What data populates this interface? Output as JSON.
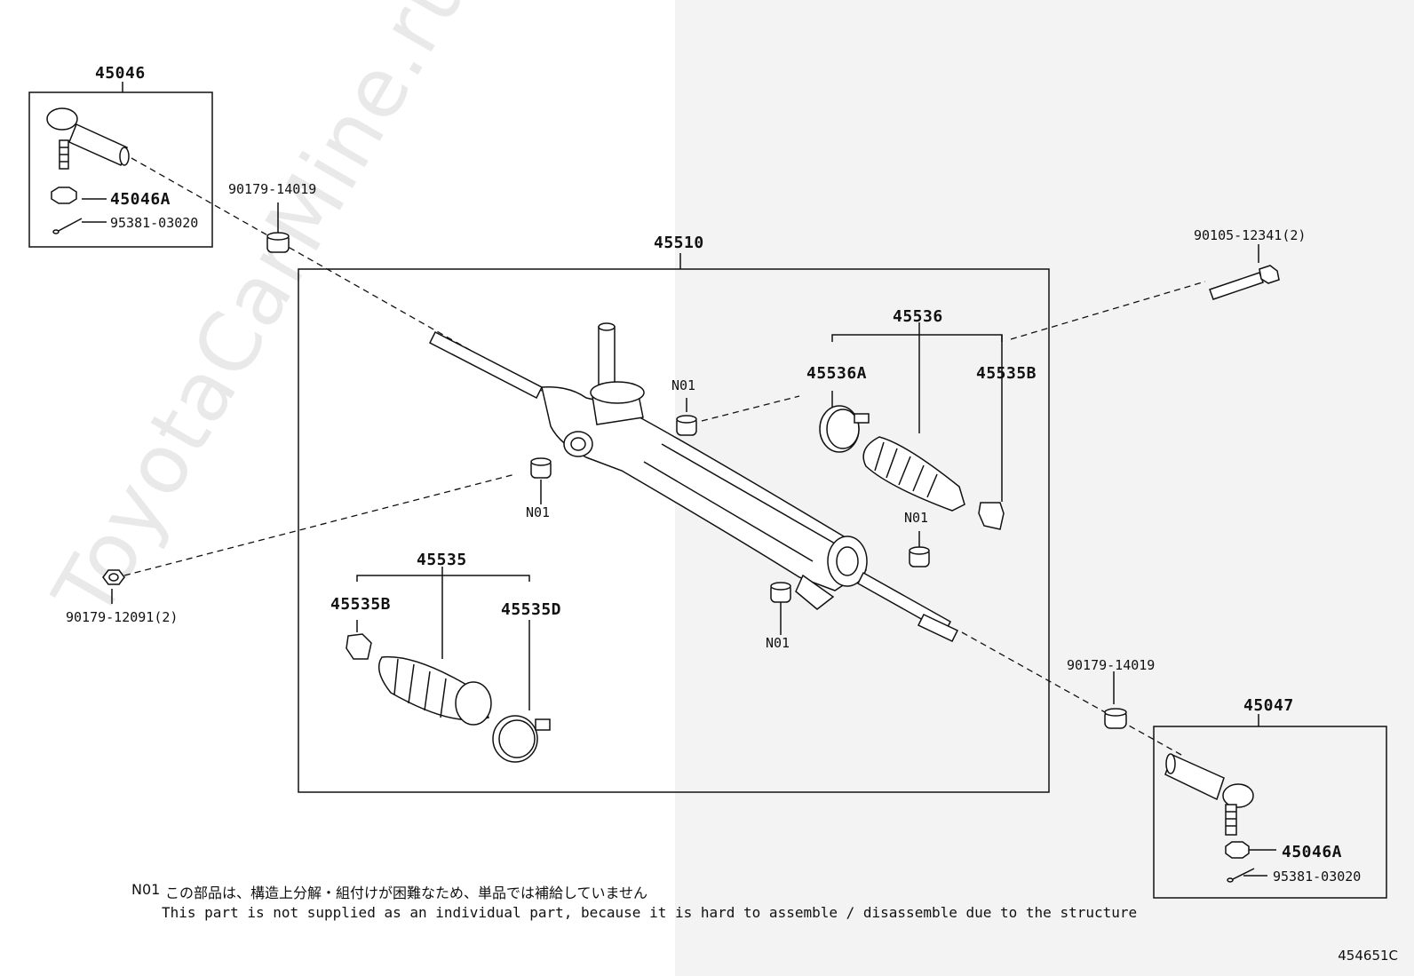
{
  "watermark": "ToyotaCarMine.ru",
  "diagram_code": "454651C",
  "labels": {
    "tie_rod_end_left": "45046",
    "nut_left": "45046A",
    "pin_left": "95381-03020",
    "bushing_top_left": "90179-14019",
    "rack_assembly": "45510",
    "bolt": "90105-12341(2)",
    "boot_set_right": "45536",
    "clamp_right": "45536A",
    "clip_right": "45535B",
    "n01_a": "N01",
    "n01_b": "N01",
    "n01_c": "N01",
    "n01_d": "N01",
    "bushing_left": "90179-12091(2)",
    "boot_set_left": "45535",
    "clip_left": "45535B",
    "clamp_left": "45535D",
    "bushing_bottom_right": "90179-14019",
    "tie_rod_end_right": "45047",
    "nut_right": "45046A",
    "pin_right": "95381-03020"
  },
  "note": {
    "code": "N01",
    "japanese": "この部品は、構造上分解・組付けが困難なため、単品では補給していません",
    "english": "This part is not supplied as an individual part, because it is hard to assemble / disassemble due to the structure"
  }
}
